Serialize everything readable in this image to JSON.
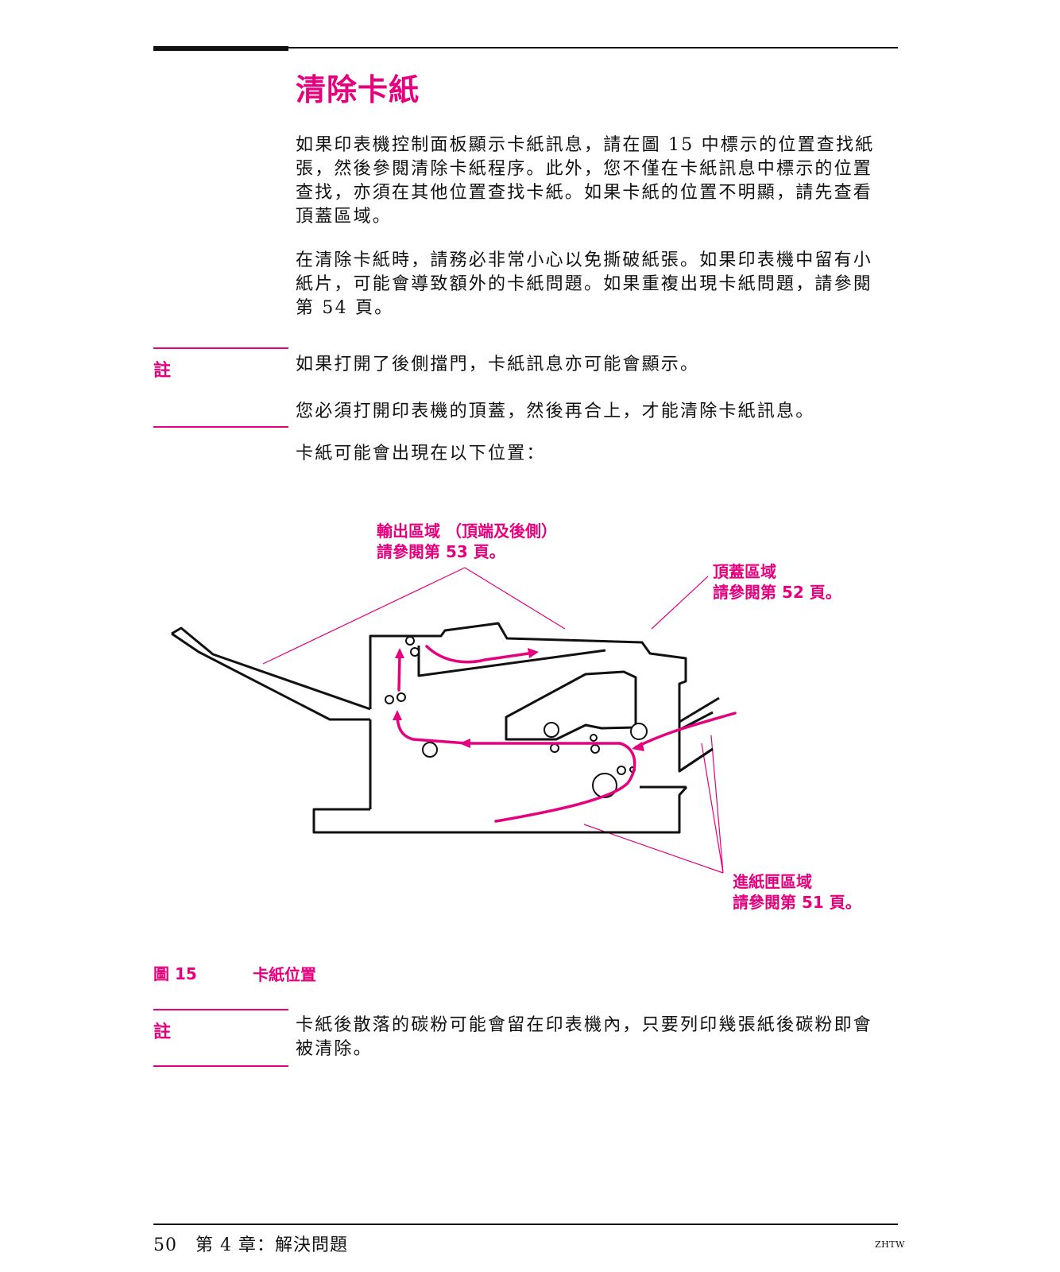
{
  "title": "清除卡紙",
  "paragraphs": [
    "如果印表機控制面板顯示卡紙訊息，請在圖 15 中標示的位置查找紙張，然後參閱清除卡紙程序。此外，您不僅在卡紙訊息中標示的位置查找，亦須在其他位置查找卡紙。如果卡紙的位置不明顯，請先查看頂蓋區域。",
    "在清除卡紙時，請務必非常小心以免撕破紙張。如果印表機中留有小紙片，可能會導致額外的卡紙問題。如果重複出現卡紙問題，請參閱第 54 頁。"
  ],
  "note1": {
    "label": "註",
    "line1": "如果打開了後側擋門，卡紙訊息亦可能會顯示。",
    "line2": "您必須打開印表機的頂蓋，然後再合上，才能清除卡紙訊息。"
  },
  "intro_locations": "卡紙可能會出現在以下位置：",
  "figure": {
    "callouts": {
      "output": "輸出區域 （頂端及後側）\n請參閱第 53 頁。",
      "top_cover": "頂蓋區域\n請參閱第 52 頁。",
      "tray": "進紙匣區域\n請參閱第 51 頁。"
    },
    "caption_number": "圖 15",
    "caption_text": "卡紙位置"
  },
  "note2": {
    "label": "註",
    "text": "卡紙後散落的碳粉可能會留在印表機內，只要列印幾張紙後碳粉即會被清除。"
  },
  "footer": {
    "page_chapter": "50　第 4 章：解決問題",
    "tag": "ZHTW"
  },
  "colors": {
    "accent": "#e6007e",
    "ink": "#111111"
  }
}
